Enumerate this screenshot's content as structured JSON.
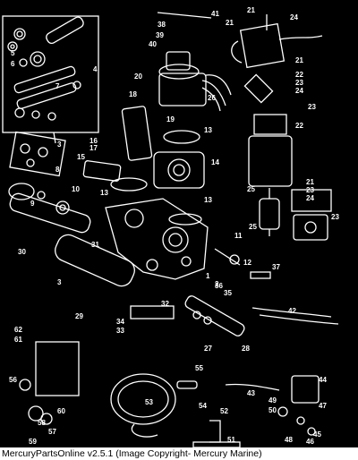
{
  "caption": "MercuryPartsOnline v2.5.1 (Image Copyright- Mercury Marine)",
  "callouts": [
    "1",
    "2",
    "3",
    "4",
    "5",
    "6",
    "7",
    "8",
    "9",
    "10",
    "11",
    "12",
    "13",
    "14",
    "15",
    "16",
    "17",
    "18",
    "19",
    "20",
    "21",
    "22",
    "23",
    "24",
    "25",
    "26",
    "27",
    "28",
    "29",
    "30",
    "31",
    "32",
    "33",
    "34",
    "35",
    "36",
    "37",
    "38",
    "39",
    "40",
    "41",
    "42",
    "43",
    "44",
    "45",
    "46",
    "47",
    "48",
    "49",
    "50",
    "51",
    "52",
    "53",
    "54",
    "55",
    "56",
    "57",
    "58",
    "59",
    "60",
    "61",
    "62"
  ],
  "colors": {
    "background": "#000000",
    "linework": "#ffffff",
    "caption_text": "#000000"
  }
}
